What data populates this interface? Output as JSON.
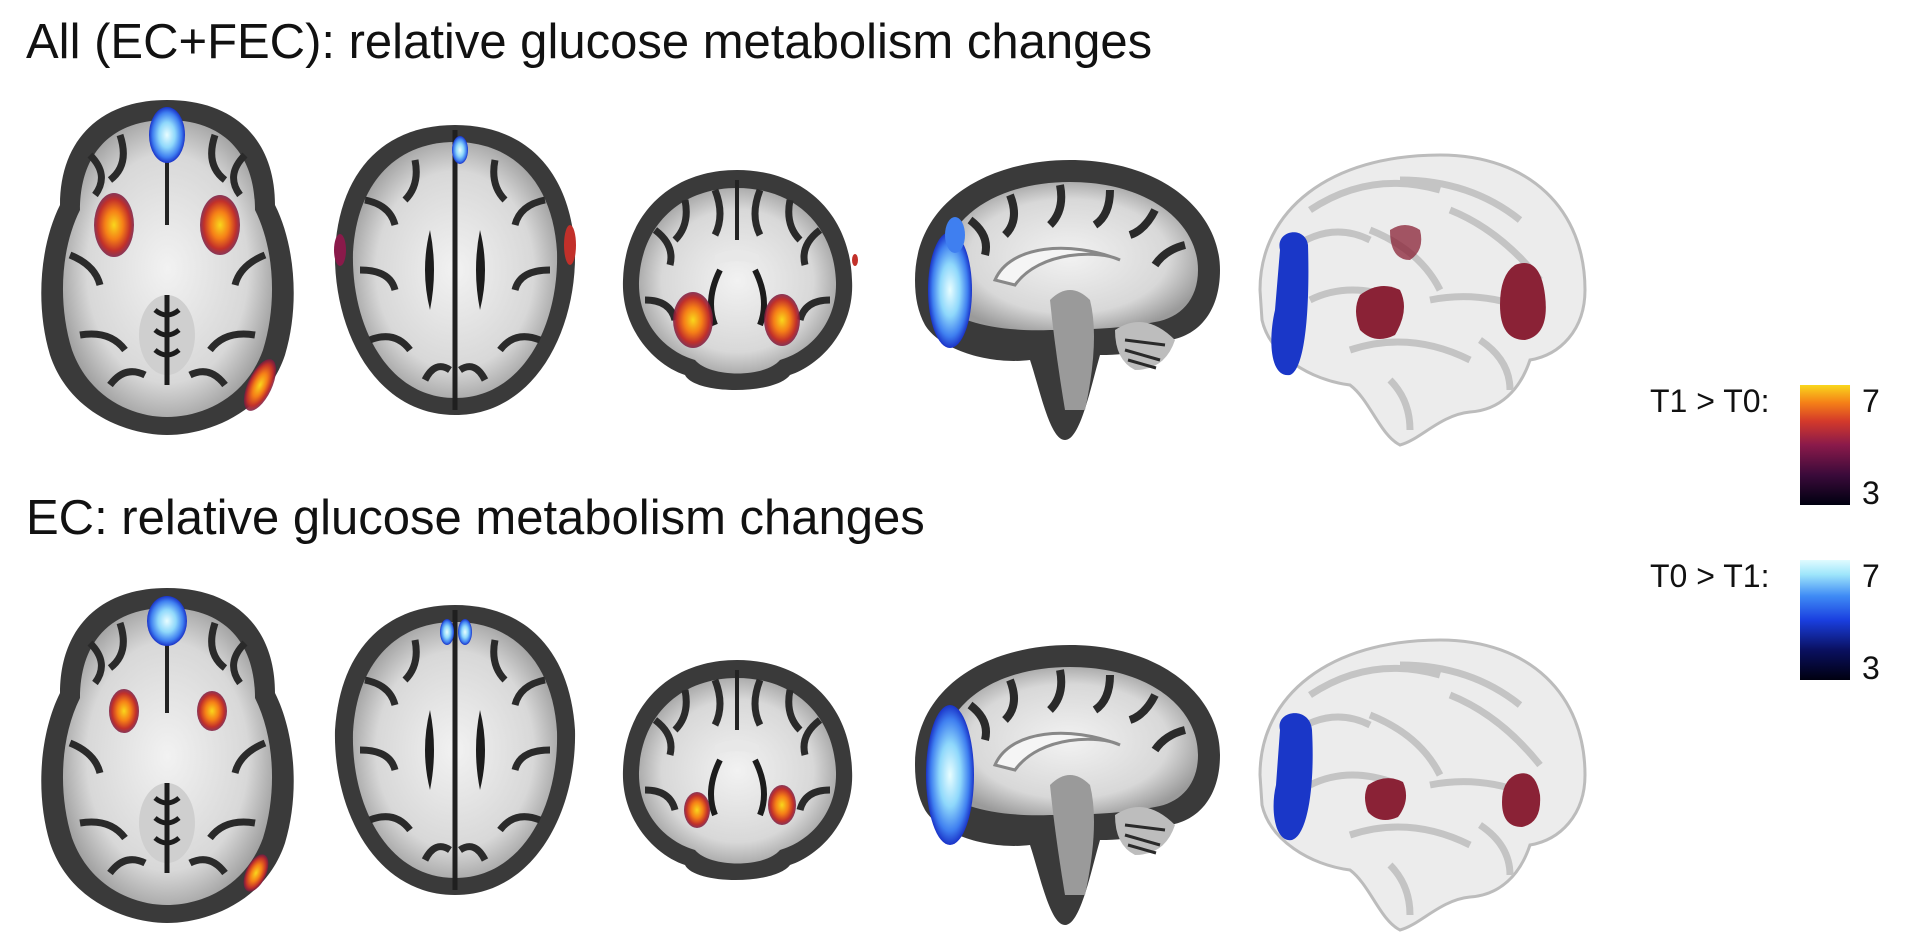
{
  "rows": [
    {
      "title": "All (EC+FEC): relative glucose metabolism changes"
    },
    {
      "title": "EC: relative glucose metabolism changes"
    }
  ],
  "legend": {
    "increase": {
      "label": "T1 > T0:",
      "max": "7",
      "min": "3",
      "colors": [
        "#000010",
        "#3a0a3a",
        "#8a1a4a",
        "#d43a2a",
        "#f57f17",
        "#f9d71c"
      ]
    },
    "decrease": {
      "label": "T0 > T1:",
      "max": "7",
      "min": "3",
      "colors": [
        "#000010",
        "#0a1060",
        "#1a3fe0",
        "#3f8bf5",
        "#9fe6fb",
        "#e0fbff"
      ]
    }
  },
  "views": [
    "axial-inferior",
    "axial-superior",
    "coronal",
    "sagittal",
    "3d-render"
  ],
  "colors": {
    "warm": "#f57f17",
    "cool": "#3f8bf5",
    "render_blue": "#1a37c8",
    "render_red": "#8a2236"
  }
}
